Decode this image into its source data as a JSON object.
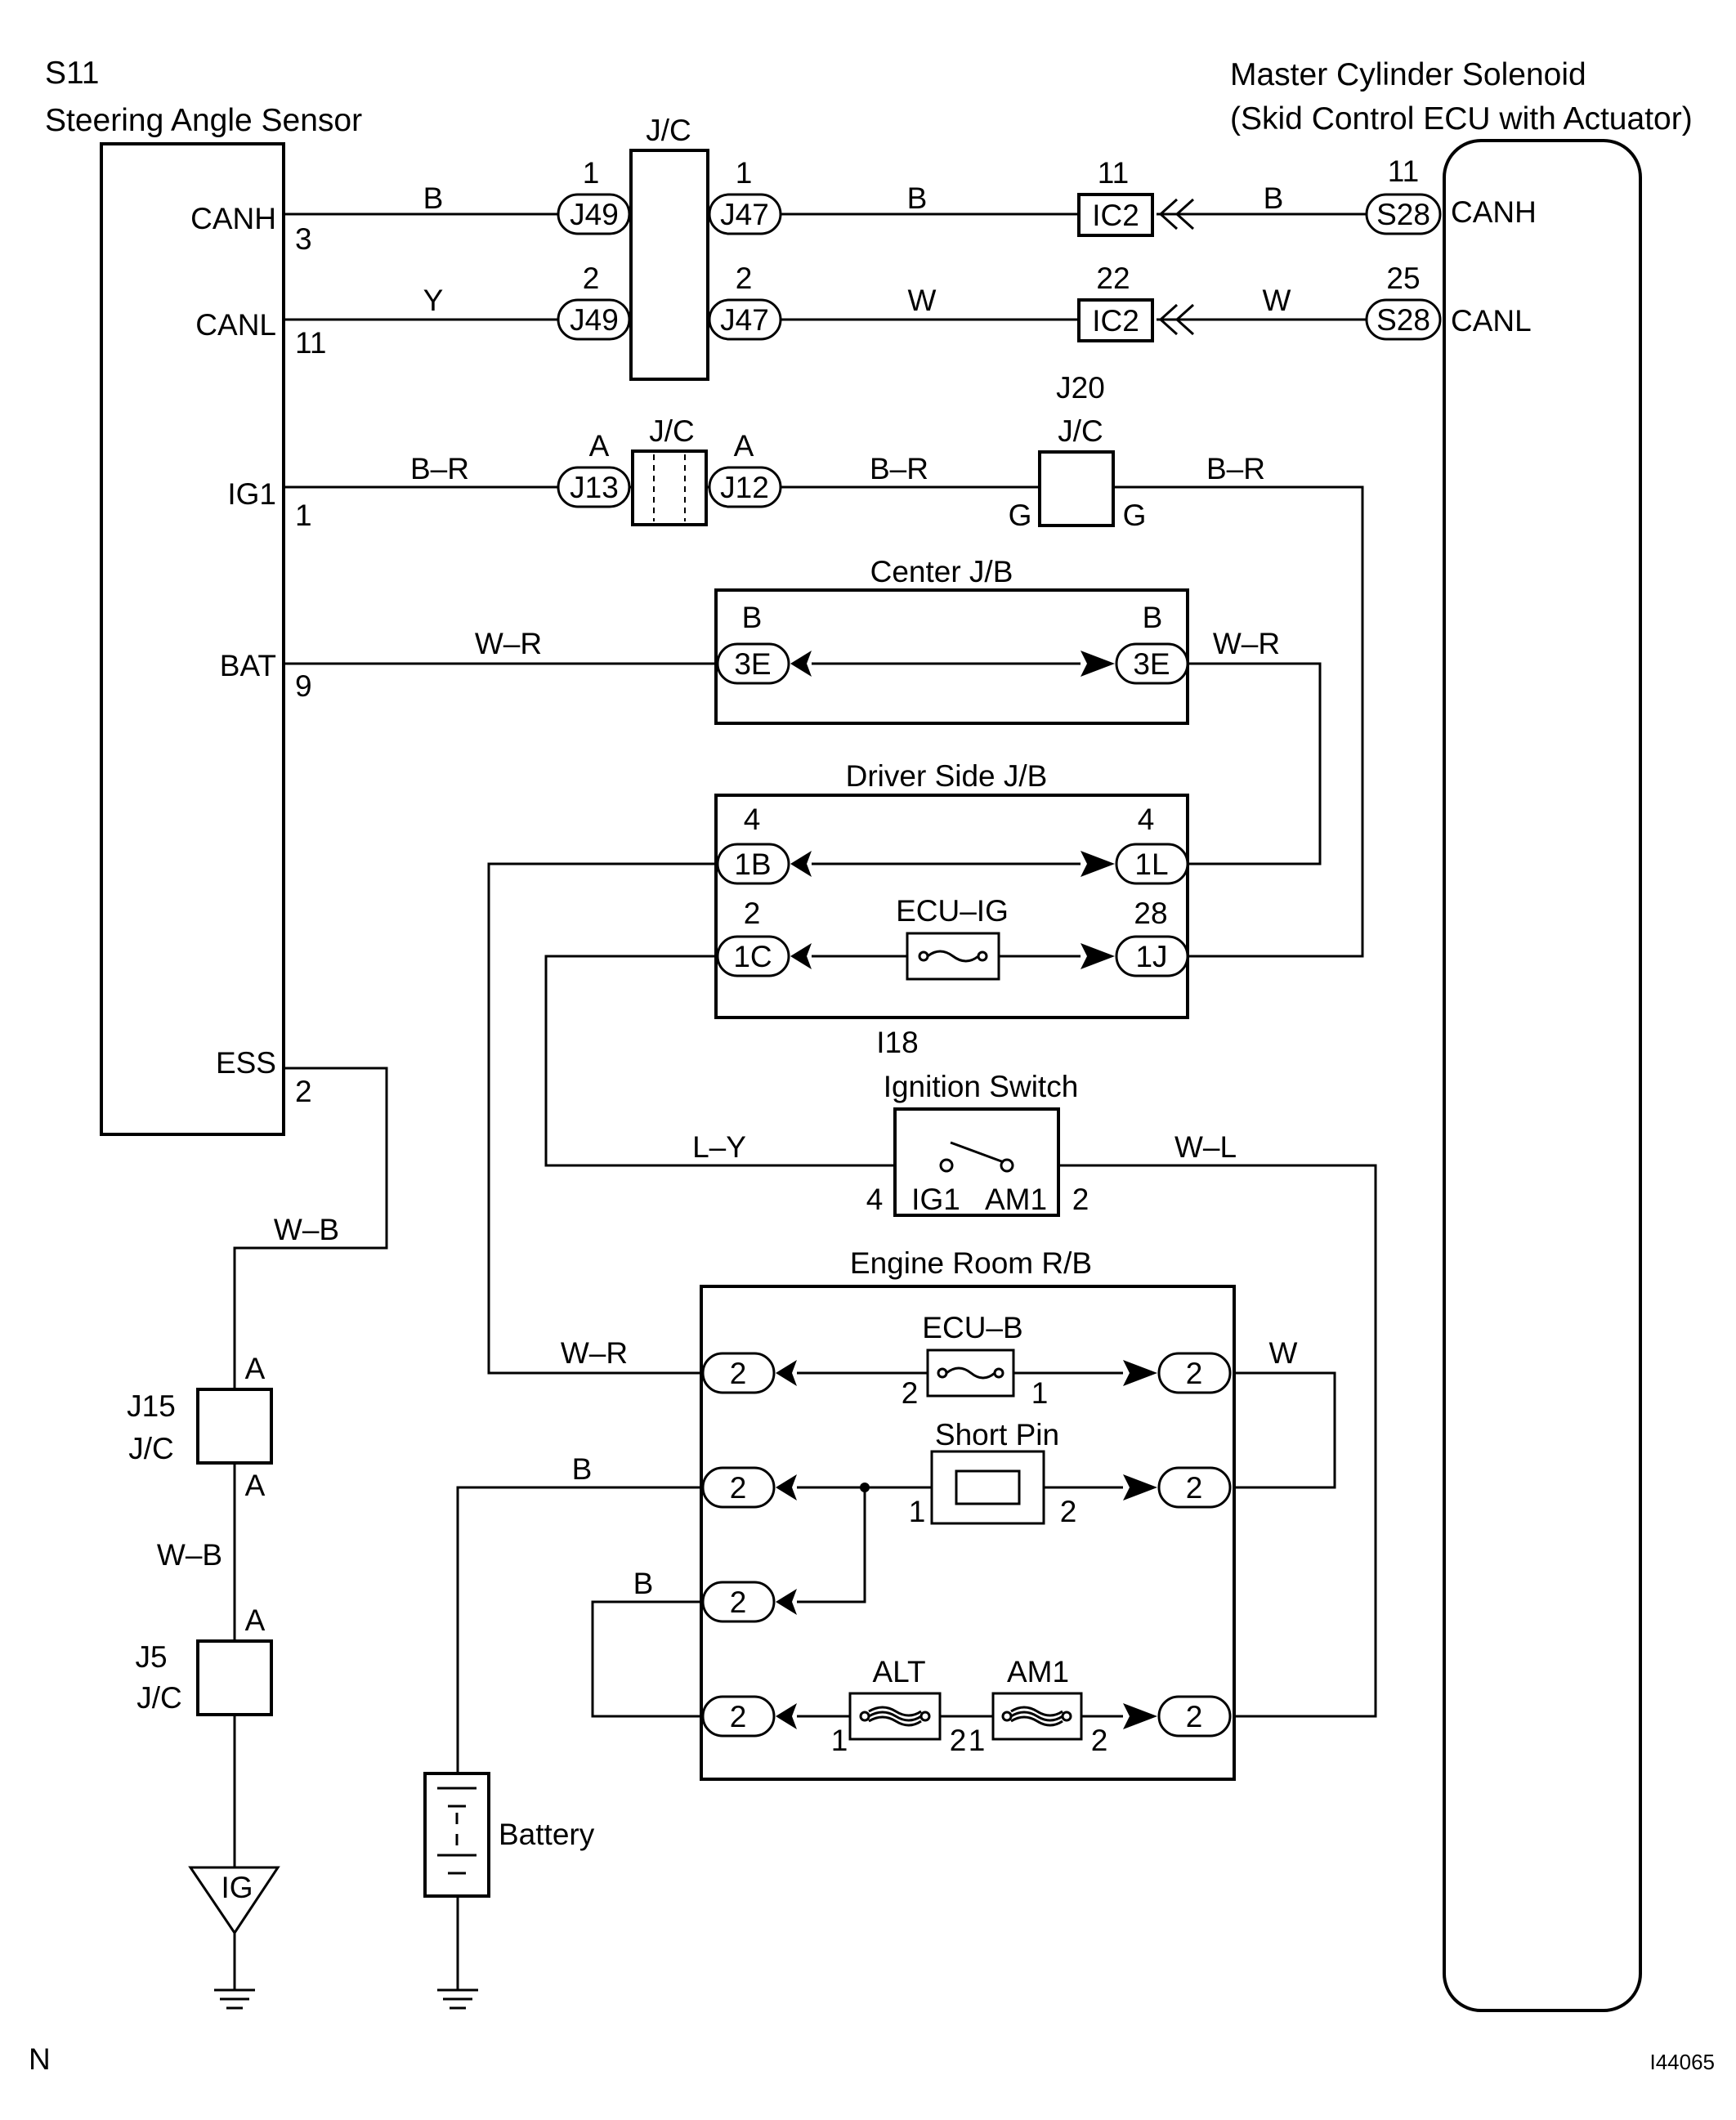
{
  "header": {
    "sensor_code": "S11",
    "sensor_name": "Steering Angle Sensor",
    "ecu_name_1": "Master Cylinder Solenoid",
    "ecu_name_2": "(Skid Control ECU with Actuator)"
  },
  "sensor_pins": [
    {
      "name": "CANH",
      "pin": "3"
    },
    {
      "name": "CANL",
      "pin": "11"
    },
    {
      "name": "IG1",
      "pin": "1"
    },
    {
      "name": "BAT",
      "pin": "9"
    },
    {
      "name": "ESS",
      "pin": "2"
    }
  ],
  "ecu_pins": [
    {
      "name": "CANH",
      "pin": "11",
      "connector": "S28"
    },
    {
      "name": "CANL",
      "pin": "25",
      "connector": "S28"
    }
  ],
  "wire_colors": {
    "canh_1": "B",
    "canh_2": "B",
    "canh_3": "B",
    "canl_1": "Y",
    "canl_2": "W",
    "canl_3": "W",
    "ig1_1": "B–R",
    "ig1_2": "B–R",
    "ig1_3": "B–R",
    "bat_1": "W–R",
    "bat_2": "W–R",
    "ly": "L–Y",
    "wl": "W–L",
    "ess": "W–B",
    "ground_mid": "W–B",
    "wr_low": "W–R",
    "w_right": "W",
    "battery_b": "B",
    "short_b": "B"
  },
  "junctions": {
    "jc_top_label": "J/C",
    "j49": "J49",
    "j47": "J47",
    "j49_pin1": "1",
    "j49_pin2": "2",
    "j47_pin1": "1",
    "j47_pin2": "2",
    "ic2": "IC2",
    "ic2_pin_canh": "11",
    "ic2_pin_canl": "22",
    "jc_ig1_label": "J/C",
    "j13": "J13",
    "j12": "J12",
    "j13_pin": "A",
    "j12_pin": "A",
    "j20_code": "J20",
    "j20_label": "J/C",
    "j20_pin_left": "G",
    "j20_pin_right": "G",
    "j15_code": "J15",
    "j15_label": "J/C",
    "j15_pin_top": "A",
    "j15_pin_bottom": "A",
    "j5_code": "J5",
    "j5_label": "J/C",
    "j5_pin_top": "A"
  },
  "center_jb": {
    "title": "Center J/B",
    "left_conn": "3E",
    "left_pin": "B",
    "right_conn": "3E",
    "right_pin": "B"
  },
  "driver_jb": {
    "title": "Driver Side J/B",
    "conn_1b": "1B",
    "pin_1b": "4",
    "conn_1l": "1L",
    "pin_1l": "4",
    "conn_1c": "1C",
    "pin_1c": "2",
    "conn_1j": "1J",
    "pin_1j": "28",
    "fuse": "ECU–IG"
  },
  "ignition_switch": {
    "code": "I18",
    "title": "Ignition Switch",
    "term_ig1": "IG1",
    "term_am1": "AM1",
    "pin_left": "4",
    "pin_right": "2"
  },
  "engine_rb": {
    "title": "Engine Room R/B",
    "conn": "2",
    "fuse_ecub": "ECU–B",
    "ecub_pin_left": "2",
    "ecub_pin_right": "1",
    "short_pin": "Short Pin",
    "sp_pin_left": "1",
    "sp_pin_right": "2",
    "fuse_alt": "ALT",
    "fuse_am1": "AM1",
    "alt_pin_left": "1",
    "alt_pin_right": "2",
    "am1_pin_left": "1",
    "am1_pin_right": "2"
  },
  "ground": {
    "ig_label": "IG"
  },
  "battery": {
    "label": "Battery"
  },
  "footer": {
    "left_mark": "N",
    "figure_id": "I44065"
  }
}
